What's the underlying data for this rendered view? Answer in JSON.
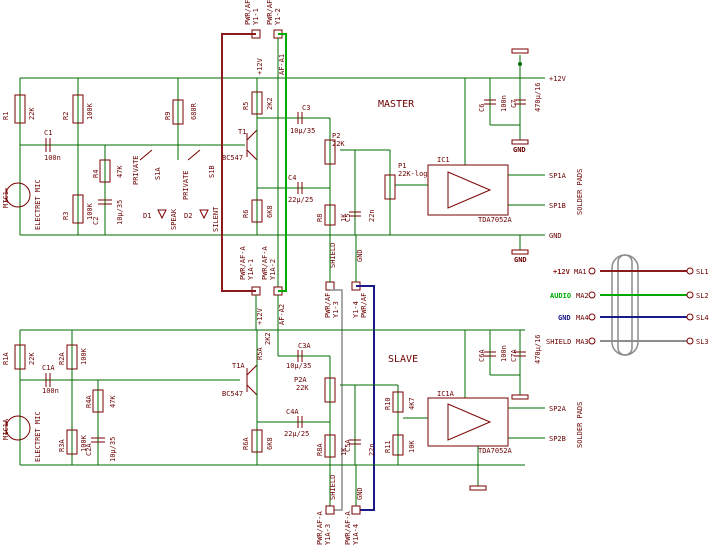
{
  "sections": {
    "master": "MASTER",
    "slave": "SLAVE"
  },
  "master": {
    "resistors": [
      {
        "id": "R1",
        "value": "22K"
      },
      {
        "id": "R2",
        "value": "100K"
      },
      {
        "id": "R3",
        "value": "100K"
      },
      {
        "id": "R4",
        "value": "47K"
      },
      {
        "id": "R9",
        "value": "680R"
      },
      {
        "id": "R5",
        "value": "2K2"
      },
      {
        "id": "R6",
        "value": "6K8"
      },
      {
        "id": "R8",
        "value": "1K"
      }
    ],
    "capacitors": [
      {
        "id": "C1",
        "value": "100n"
      },
      {
        "id": "C2",
        "value": "10μ/35"
      },
      {
        "id": "C3",
        "value": "10μ/35"
      },
      {
        "id": "C4",
        "value": "22μ/25"
      },
      {
        "id": "C5",
        "value": "22n"
      },
      {
        "id": "C6",
        "value": "100n"
      },
      {
        "id": "C7",
        "value": "470μ/16"
      }
    ],
    "transistor": {
      "id": "T1",
      "type": "BC547"
    },
    "pots": [
      {
        "id": "P2",
        "value": "22K"
      },
      {
        "id": "P1",
        "value": "22K-log"
      }
    ],
    "switches": {
      "s1a": "S1A",
      "s1b": "S1B",
      "private1": "PRIVATE",
      "private2": "PRIVATE"
    },
    "leds": [
      {
        "id": "D1",
        "label": "SPEAK"
      },
      {
        "id": "D2",
        "label": "SILENT"
      }
    ],
    "mic": {
      "id": "MIC1",
      "label": "ELECTRET MIC"
    },
    "ic": {
      "id": "IC1",
      "type": "TDA7052A"
    },
    "pads": {
      "sp1a": "SP1A",
      "sp1b": "SP1B",
      "note": "SOLDER PADS"
    },
    "rails": {
      "plus12": "+12V",
      "gnd": "GND",
      "gnd_label": "GND"
    },
    "connectors": {
      "top1": "PWR/AF",
      "top1b": "Y1-1",
      "top2": "PWR/AF",
      "top2b": "Y1-2",
      "plus12v": "+12V",
      "af": "AF-A1",
      "bot1": "PWR/AF-A",
      "bot1b": "Y1A-1",
      "bot2": "PWR/AF-A",
      "bot2b": "Y1A-2",
      "shield": "SHIELD",
      "gnd": "GND",
      "y13a": "PWR/AF",
      "y13b": "Y1-3",
      "y14a": "Y1-4",
      "y14b": "PWR/AF"
    }
  },
  "slave": {
    "resistors": [
      {
        "id": "R1A",
        "value": "22K"
      },
      {
        "id": "R2A",
        "value": "100K"
      },
      {
        "id": "R3A",
        "value": "100K"
      },
      {
        "id": "R4A",
        "value": "47K"
      },
      {
        "id": "R5A",
        "value": "2K2"
      },
      {
        "id": "R6A",
        "value": "6K8"
      },
      {
        "id": "R8A",
        "value": "1K"
      },
      {
        "id": "R10",
        "value": "4K7"
      },
      {
        "id": "R11",
        "value": "10K"
      }
    ],
    "capacitors": [
      {
        "id": "C1A",
        "value": "100n"
      },
      {
        "id": "C2A",
        "value": "10μ/35"
      },
      {
        "id": "C3A",
        "value": "10μ/35"
      },
      {
        "id": "C4A",
        "value": "22μ/25"
      },
      {
        "id": "C5A",
        "value": "22n"
      },
      {
        "id": "C6A",
        "value": "100n"
      },
      {
        "id": "C7A",
        "value": "470μ/16"
      }
    ],
    "transistor": {
      "id": "T1A",
      "type": "BC547"
    },
    "pot": {
      "id": "P2A",
      "value": "22K"
    },
    "mic": {
      "id": "MIC1A",
      "label": "ELECTRET MIC"
    },
    "ic": {
      "id": "IC1A",
      "type": "TDA7052A"
    },
    "pads": {
      "sp2a": "SP2A",
      "sp2b": "SP2B",
      "note": "SOLDER PADS"
    },
    "connectors": {
      "plus12v": "+12V",
      "af": "AF-A2",
      "shield": "SHIELD",
      "gnd": "GND",
      "b1a": "PWR/AF-A",
      "b1b": "Y1A-3",
      "b2a": "PWR/AF-A",
      "b2b": "Y1A-4"
    }
  },
  "cable": {
    "rows": [
      {
        "label": "+12V",
        "pin": "MA1",
        "dest": "SL1",
        "color": "#8b1a1a"
      },
      {
        "label": "AUDIO",
        "pin": "MA2",
        "dest": "SL2",
        "color": "#00aa00"
      },
      {
        "label": "GND",
        "pin": "MA4",
        "dest": "SL4",
        "color": "#1a1a8b"
      },
      {
        "label": "SHIELD",
        "pin": "MA3",
        "dest": "SL3",
        "color": "#8c8c8c"
      }
    ]
  }
}
